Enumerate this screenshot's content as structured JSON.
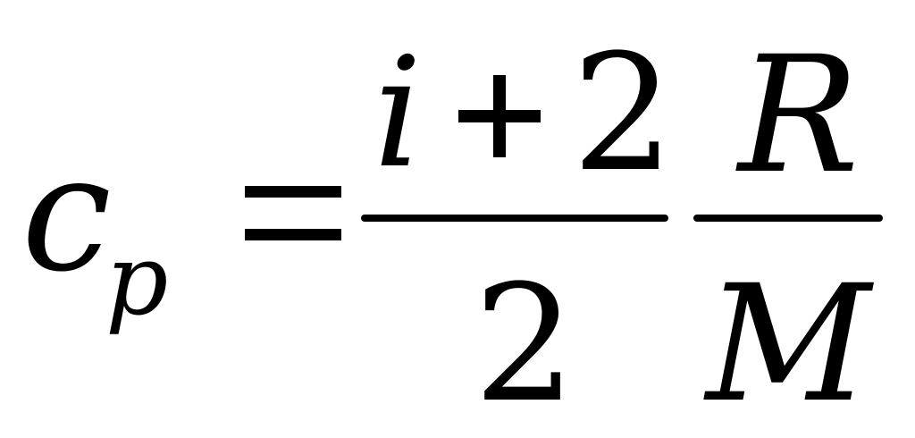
{
  "equation": {
    "lhs": {
      "symbol": "c",
      "subscript": "p"
    },
    "relation": "=",
    "fraction1": {
      "numerator": {
        "term1": "i",
        "operator": "+",
        "term2": "2"
      },
      "denominator": "2"
    },
    "fraction2": {
      "numerator": "R",
      "denominator": "M"
    }
  }
}
